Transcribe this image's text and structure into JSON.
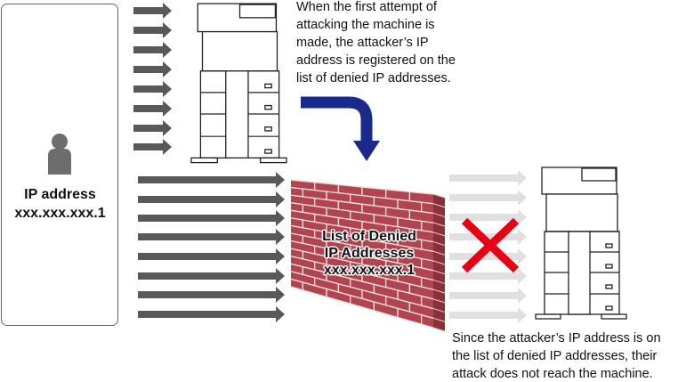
{
  "attacker": {
    "label": "IP address",
    "ip": "xxx.xxx.xxx.1"
  },
  "top_caption": [
    "When the first attempt of",
    "attacking the machine is",
    "made, the attacker’s IP",
    "address is registered on the",
    "list of denied IP addresses."
  ],
  "wall": {
    "title_line1": "List of Denied",
    "title_line2": "IP Addresses",
    "ip": "xxx.xxx.xxx.1"
  },
  "bottom_caption": [
    "Since the attacker’s IP address is on",
    "the list of denied IP addresses, their",
    "attack does not reach the machine."
  ],
  "colors": {
    "arrow_dark": "#595959",
    "arrow_light": "#e0e0e0",
    "brick": "#b0454f",
    "block_x": "#e60012",
    "flow_arrow": "#1a2a8c"
  }
}
